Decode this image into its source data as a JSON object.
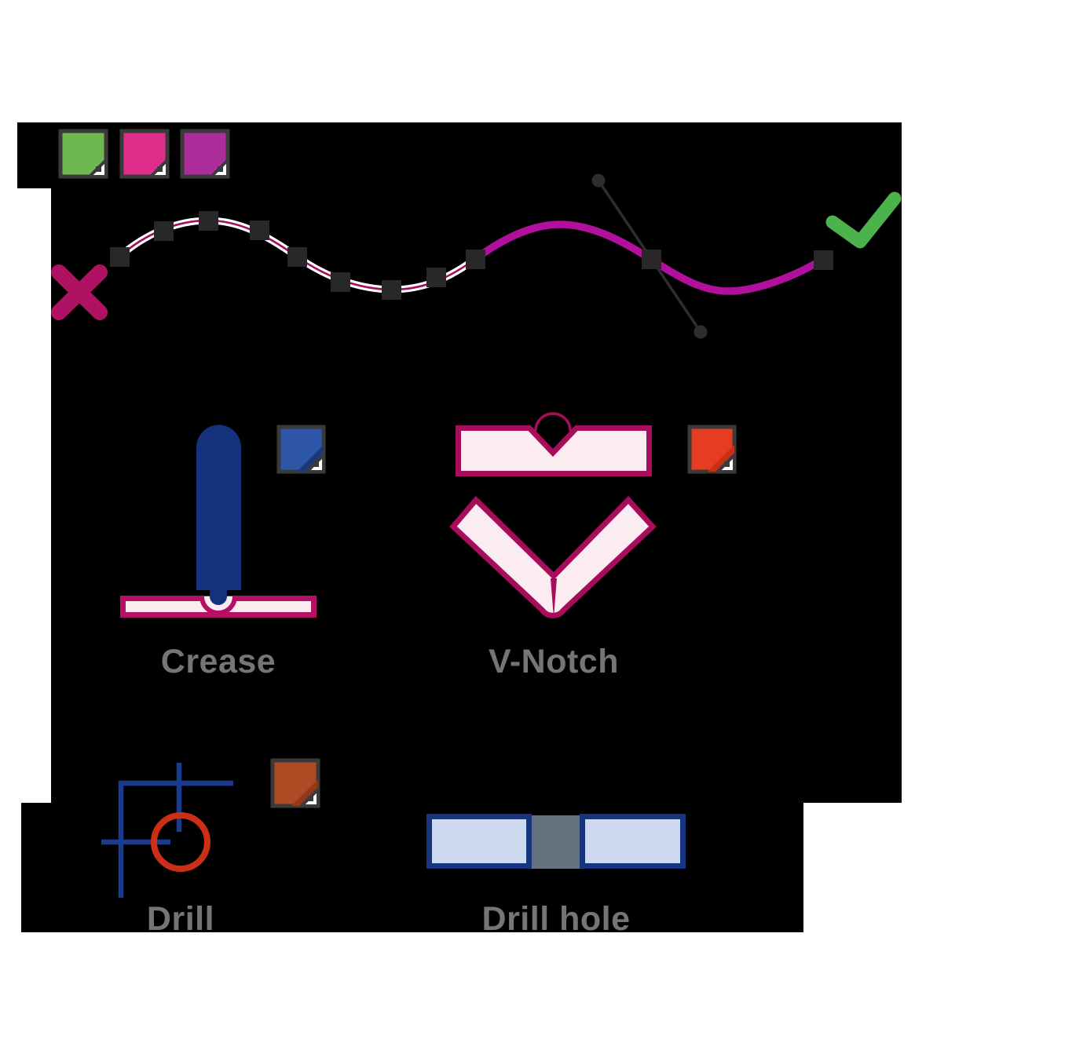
{
  "figure": {
    "background_color": "#ffffff",
    "panel_color": "#000000",
    "description_labels": {
      "crease": "Crease",
      "v_notch": "V-Notch",
      "drill": "Drill",
      "drill_hole": "Drill hole"
    }
  },
  "line_type_swatches": {
    "top_row": [
      {
        "name": "green-line-type-swatch",
        "color": "#6fb851"
      },
      {
        "name": "pink-line-type-swatch",
        "color": "#df2d8c"
      },
      {
        "name": "purple-line-type-swatch",
        "color": "#ad2d9b"
      }
    ],
    "crease_swatch": {
      "name": "blue-crease-swatch",
      "color": "#2d56a7",
      "fold_shade": "#1c3a77"
    },
    "v_notch_swatch": {
      "name": "red-v-notch-swatch",
      "color": "#e63c20",
      "fold_shade": "#c52f14"
    },
    "drill_swatch": {
      "name": "rust-drill-swatch",
      "color": "#ae4b24",
      "fold_shade": "#8f3a1a"
    },
    "swatch_border_color": "#3a3a3a",
    "fold_corner_color": "#ffffff"
  },
  "spline": {
    "invalid_segment_outline_color": "#ffffff",
    "invalid_segment_core_color": "#a50d5e",
    "valid_segment_color": "#b1109c",
    "node_color": "#282828",
    "bezier_handle_color": "#2d2d2d",
    "x_mark_color": "#b01263",
    "check_mark_color": "#4bb24c"
  },
  "illustration_colors": {
    "crease_tool_navy": "#15317e",
    "material_fill_pink": "#fbecf2",
    "crease_border_magenta": "#b60f64",
    "v_notch_border_magenta": "#a80d5c",
    "drill_line_navy": "#1b3c8e",
    "drill_circle_red": "#cb3017",
    "drill_hole_border_navy": "#16357e",
    "drill_hole_fill_blue": "#cdd9ee",
    "drill_hole_plug_gray": "#667180",
    "label_gray": "#757575"
  }
}
